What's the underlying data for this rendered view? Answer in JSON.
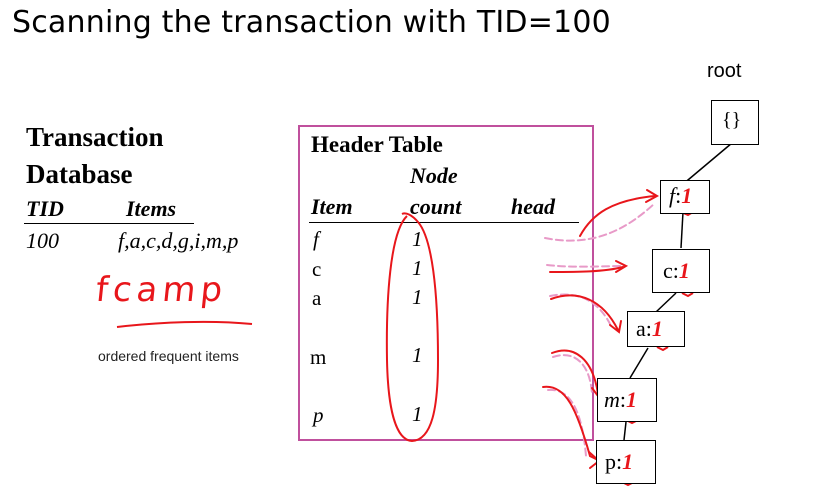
{
  "slide": {
    "title": "Scanning the transaction with TID=100"
  },
  "database": {
    "title_line1": "Transaction",
    "title_line2": "Database",
    "col_tid": "TID",
    "col_items": "Items",
    "row_tid": "100",
    "row_items": "f,a,c,d,g,i,m,p"
  },
  "annotation": {
    "handwritten_order": "fcamp",
    "caption": "ordered frequent items"
  },
  "header_table": {
    "title": "Header Table",
    "col_item": "Item",
    "col_count_line1": "Node",
    "col_count_line2": "count",
    "col_head": "head",
    "rows": [
      {
        "item": "f",
        "count": "1"
      },
      {
        "item": "c",
        "count": "1"
      },
      {
        "item": "a",
        "count": "1"
      },
      {
        "item": "m",
        "count": "1"
      },
      {
        "item": "p",
        "count": "1"
      }
    ]
  },
  "tree": {
    "root_caption": "root",
    "root_symbol": "{}",
    "nodes": [
      {
        "item": "f",
        "count": "1"
      },
      {
        "item": "c",
        "count": "1"
      },
      {
        "item": "a",
        "count": "1"
      },
      {
        "item": "m",
        "count": "1"
      },
      {
        "item": "p",
        "count": "1"
      }
    ]
  },
  "colors": {
    "ink": "#e8161b",
    "box_border": "#c0509d",
    "dashed_arrow": "#e89ac8"
  }
}
